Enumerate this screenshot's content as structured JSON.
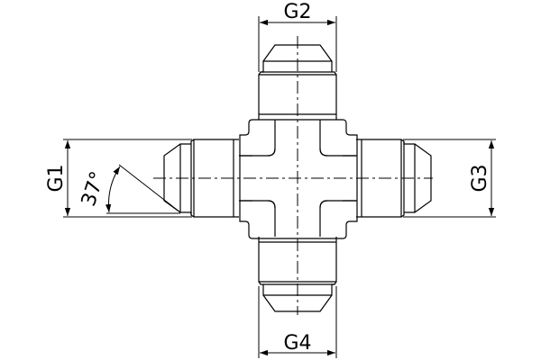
{
  "drawing": {
    "labels": {
      "g1": "G1",
      "g2": "G2",
      "g3": "G3",
      "g4": "G4",
      "angle": "37°"
    },
    "line_color": "#000000",
    "background": "#ffffff"
  }
}
